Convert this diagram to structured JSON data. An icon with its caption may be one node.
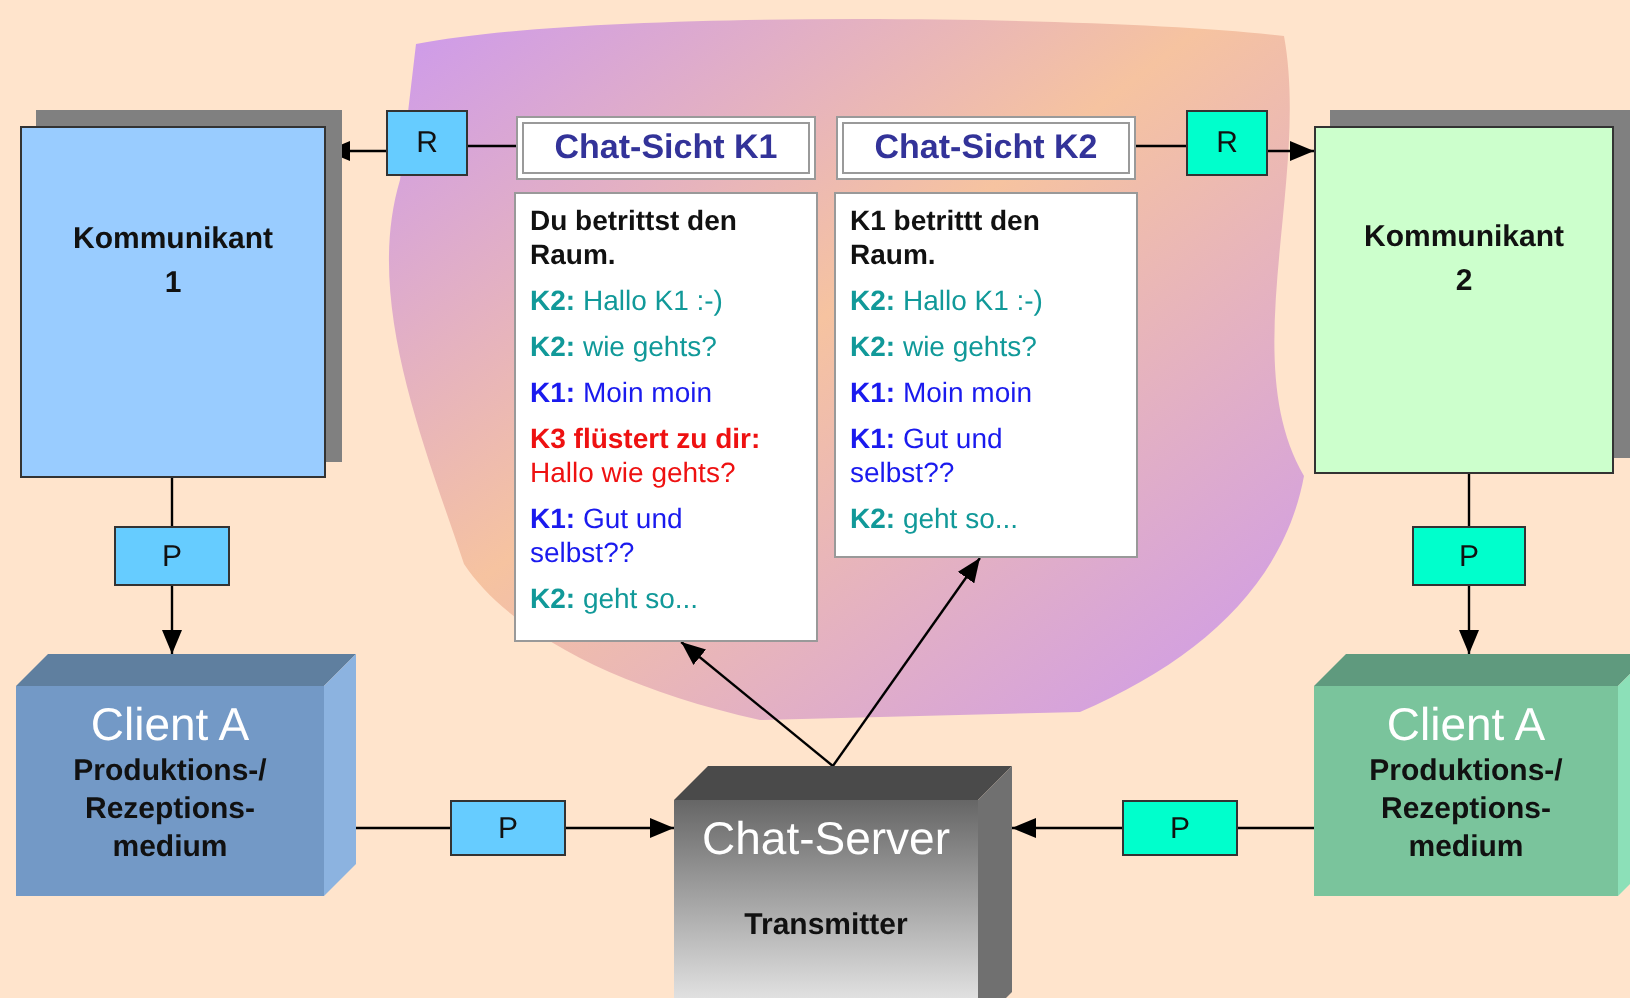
{
  "diagram": {
    "nodes": [
      {
        "text": [
          "Kommunikant 1"
        ]
      },
      {
        "text": [
          "R"
        ]
      },
      {
        "text": [
          "Chat-Sicht **K1**"
        ]
      },
      {
        "text": [
          "Du betrittst den Raum.",
          "**K2:** Hallo K1 :-)",
          "**K2:** wie gehts?",
          "**K1:** Moin moin",
          "**K3 flüstert zu dir:** Hallo wie gehts?",
          "**K1:** Gut und selbst??",
          "**K2:** geht so..."
        ]
      },
      {
        "text": [
          "Chat-Sicht **K2**"
        ]
      },
      {
        "text": [
          "K1 betrittt den Raum.",
          "**K2:** Hallo K1 :-)",
          "**K2:** wie gehts?",
          "**K1:** Moin moin",
          "**K1:** Gut und selbst??",
          "**K2:** geht so..."
        ]
      },
      {
        "text": [
          "R"
        ]
      },
      {
        "text": [
          "Kommunikant 2"
        ]
      },
      {
        "text": [
          "P"
        ]
      },
      {
        "text": [
          "Client A",
          "Produktions-/ Rezeptions- medium"
        ]
      },
      {
        "text": [
          "P"
        ]
      },
      {
        "text": [
          "Chat-Server",
          "Transmitter"
        ]
      },
      {
        "text": [
          "P"
        ]
      },
      {
        "text": [
          "Client A",
          "Produktions-/ Rezeptions- medium"
        ]
      },
      {
        "text": [
          "P"
        ]
      }
    ],
    "edges": [
      {
        "from": 2,
        "to": 1,
        "arrow": "none"
      },
      {
        "from": 1,
        "to": 0,
        "arrow": "to"
      },
      {
        "from": 4,
        "to": 6,
        "arrow": "none"
      },
      {
        "from": 6,
        "to": 7,
        "arrow": "to"
      },
      {
        "from": 0,
        "to": 8,
        "arrow": "none"
      },
      {
        "from": 8,
        "to": 9,
        "arrow": "to"
      },
      {
        "from": 9,
        "to": 10,
        "arrow": "none"
      },
      {
        "from": 10,
        "to": 11,
        "arrow": "to"
      },
      {
        "from": 7,
        "to": 14,
        "arrow": "none"
      },
      {
        "from": 14,
        "to": 13,
        "arrow": "to"
      },
      {
        "from": 13,
        "to": 12,
        "arrow": "none"
      },
      {
        "from": 12,
        "to": 11,
        "arrow": "to"
      },
      {
        "from": 11,
        "to": 3,
        "arrow": "to"
      },
      {
        "from": 11,
        "to": 5,
        "arrow": "to"
      }
    ]
  }
}
